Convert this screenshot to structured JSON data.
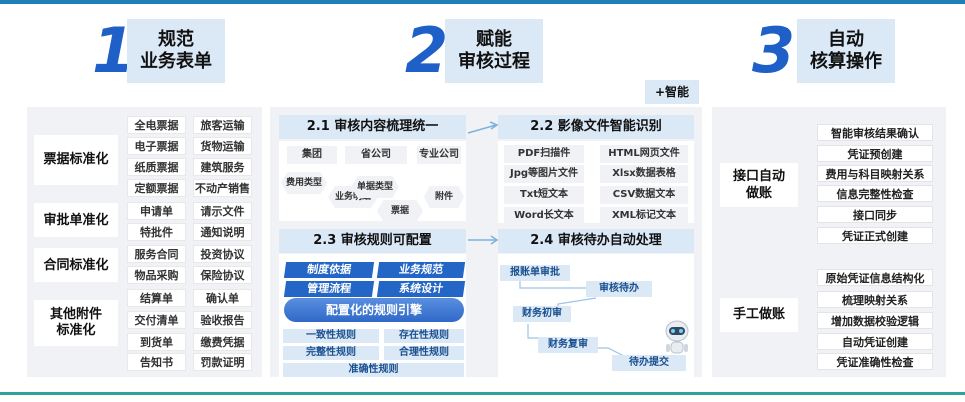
{
  "colors": {
    "accent": "#1e5fc8",
    "light": "#dbe9f7",
    "panel": "#f0f2f5",
    "teal": "#2aa39b"
  },
  "sections": [
    {
      "num": "1",
      "title": [
        "规范",
        "业务表单"
      ]
    },
    {
      "num": "2",
      "title": [
        "赋能",
        "审核过程"
      ]
    },
    {
      "num": "3",
      "title": [
        "自动",
        "核算操作"
      ]
    }
  ],
  "smart_label": "+智能",
  "left": {
    "groups": [
      {
        "label": "票据标准化"
      },
      {
        "label": "审批单准化"
      },
      {
        "label": "合同标准化"
      },
      {
        "label": "其他附件",
        "label2": "标准化"
      }
    ],
    "items": [
      [
        "全电票据",
        "旅客运输"
      ],
      [
        "电子票据",
        "货物运输"
      ],
      [
        "纸质票据",
        "建筑服务"
      ],
      [
        "定额票据",
        "不动产销售"
      ],
      [
        "申请单",
        "请示文件"
      ],
      [
        "特批件",
        "通知说明"
      ],
      [
        "服务合同",
        "投资协议"
      ],
      [
        "物品采购",
        "保险协议"
      ],
      [
        "结算单",
        "确认单"
      ],
      [
        "交付清单",
        "验收报告"
      ],
      [
        "到货单",
        "缴费凭据"
      ],
      [
        "告知书",
        "罚款证明"
      ]
    ]
  },
  "middle": {
    "h21": "2.1 审核内容梳理统一",
    "h22": "2.2 影像文件智能识别",
    "h23": "2.3 审核规则可配置",
    "h24": "2.4 审核待办自动处理",
    "orgs": [
      "集团",
      "省公司",
      "专业公司"
    ],
    "hexes": [
      "费用类型",
      "业务明细",
      "单据类型",
      "附件",
      "票据"
    ],
    "files": [
      [
        "PDF扫描件",
        "HTML网页文件"
      ],
      [
        "Jpg等图片文件",
        "Xlsx数据表格"
      ],
      [
        "Txt短文本",
        "CSV数据文本"
      ],
      [
        "Word长文本",
        "XML标记文本"
      ]
    ],
    "rule_tags": [
      "制度依据",
      "业务规范",
      "管理流程",
      "系统设计"
    ],
    "engine": "配置化的规则引擎",
    "rules": [
      [
        "一致性规则",
        "存在性规则"
      ],
      [
        "完整性规则",
        "合理性规则"
      ]
    ],
    "rule_full": "准确性规则",
    "flow": [
      "报账单审批",
      "审核待办",
      "财务初审",
      "财务复审",
      "待办提交"
    ]
  },
  "right": {
    "auto_label": [
      "接口自动",
      "做账"
    ],
    "auto_items": [
      "智能审核结果确认",
      "凭证预创建",
      "费用与科目映射关系",
      "信息完整性检查",
      "接口同步",
      "凭证正式创建"
    ],
    "manual_label": "手工做账",
    "manual_items": [
      "原始凭证信息结构化",
      "梳理映射关系",
      "增加数据校验逻辑",
      "自动凭证创建",
      "凭证准确性检查"
    ]
  }
}
